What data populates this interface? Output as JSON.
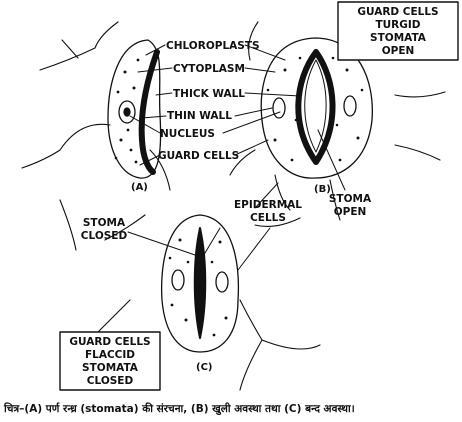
{
  "labels": {
    "chloroplasts": "CHLOROPLASTS",
    "cytoplasm": "CYTOPLASM",
    "thick_wall": "THICK WALL",
    "thin_wall": "THIN WALL",
    "nucleus": "NUCLEUS",
    "guard_cells": "GUARD CELLS",
    "stoma_open_1": "STOMA",
    "stoma_open_2": "OPEN",
    "epidermal_1": "EPIDERMAL",
    "epidermal_2": "CELLS",
    "stoma_closed_1": "STOMA",
    "stoma_closed_2": "CLOSED"
  },
  "box_b": [
    "GUARD CELLS",
    "TURGID",
    "STOMATA",
    "OPEN"
  ],
  "box_c": [
    "GUARD CELLS",
    "FLACCID",
    "STOMATA",
    "CLOSED"
  ],
  "panels": {
    "a": "(A)",
    "b": "(B)",
    "c": "(C)"
  },
  "caption": "चित्र–(A) पर्ण रन्ध्र (stomata) की संरचना, (B) खुली अवस्था तथा (C) बन्द अवस्था।"
}
